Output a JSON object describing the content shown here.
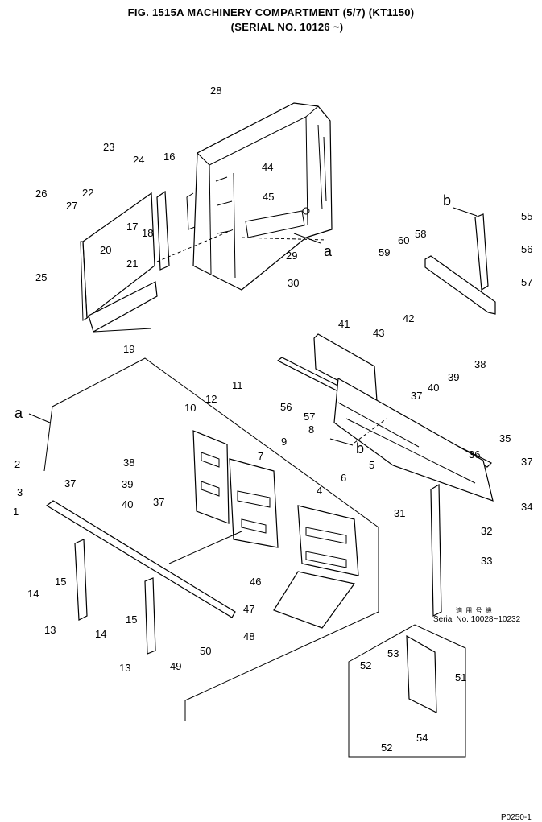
{
  "title_line1": "FIG. 1515A   MACHINERY COMPARTMENT (5/7) (KT1150)",
  "title_line2": "(SERIAL NO. 10126 ~)",
  "applicability_kanji": "適 用 号 機",
  "applicability_serial": "Serial No. 10028~10232",
  "drawing_code": "P0250-1",
  "view_markers": {
    "a": "a",
    "b": "b"
  },
  "part_numbers": [
    "28",
    "23",
    "24",
    "16",
    "26",
    "27",
    "22",
    "44",
    "45",
    "17",
    "18",
    "20",
    "21",
    "25",
    "29",
    "30",
    "19",
    "55",
    "56",
    "57",
    "58",
    "59",
    "60",
    "41",
    "43",
    "42",
    "11",
    "12",
    "10",
    "56b",
    "57b",
    "9",
    "8",
    "7",
    "38",
    "39",
    "40",
    "37",
    "35",
    "36",
    "37b",
    "34",
    "2",
    "3",
    "37c",
    "38b",
    "39b",
    "40b",
    "1",
    "37d",
    "6",
    "5",
    "4",
    "31",
    "32",
    "33",
    "14",
    "15",
    "13",
    "14b",
    "15b",
    "13b",
    "46",
    "47",
    "48",
    "49",
    "50",
    "52",
    "53",
    "51",
    "54",
    "52b"
  ]
}
